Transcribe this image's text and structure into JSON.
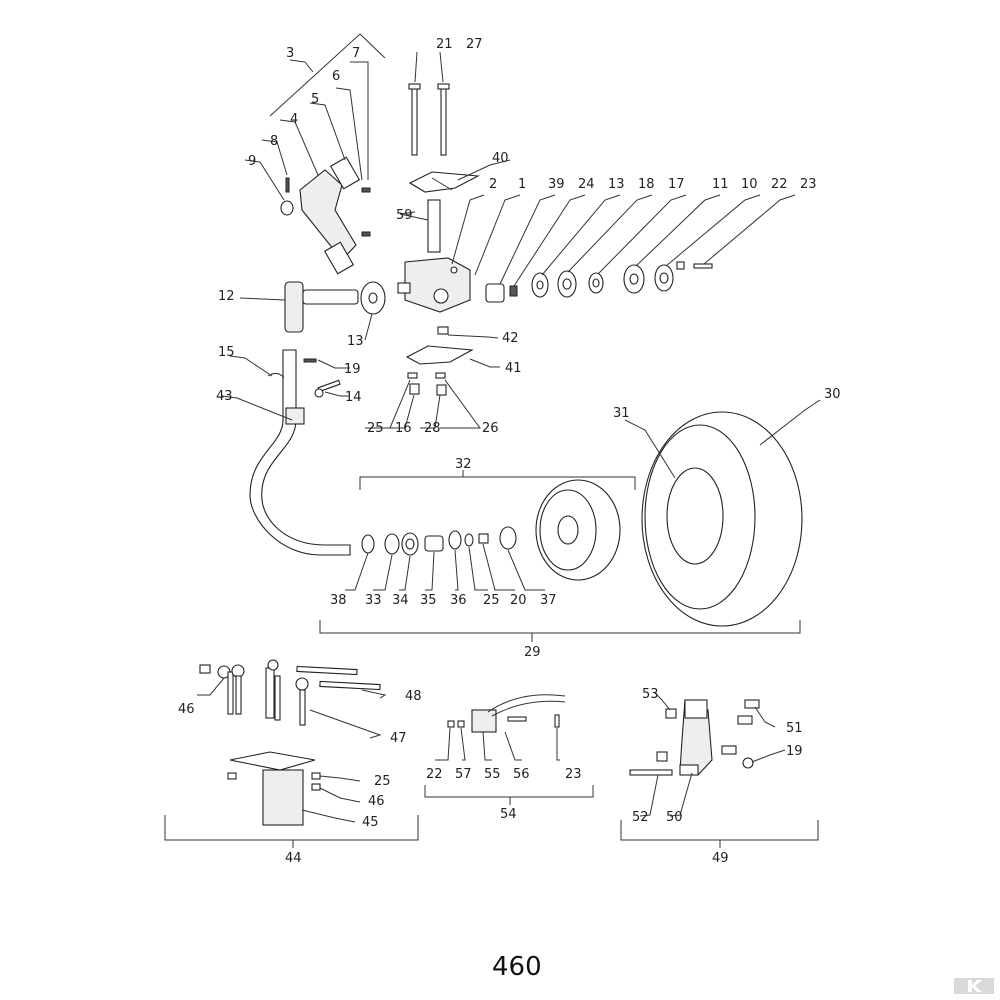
{
  "page_number": "460",
  "brand_mark": "K",
  "callouts": [
    "1",
    "2",
    "3",
    "4",
    "5",
    "6",
    "7",
    "8",
    "9",
    "10",
    "11",
    "12",
    "13",
    "14",
    "15",
    "16",
    "17",
    "18",
    "19",
    "20",
    "21",
    "22",
    "23",
    "24",
    "25",
    "26",
    "27",
    "28",
    "29",
    "30",
    "31",
    "32",
    "33",
    "34",
    "35",
    "36",
    "37",
    "38",
    "39",
    "40",
    "41",
    "42",
    "43",
    "44",
    "45",
    "46",
    "47",
    "48",
    "49",
    "50",
    "51",
    "52",
    "53",
    "54",
    "55",
    "56",
    "57",
    "59"
  ]
}
